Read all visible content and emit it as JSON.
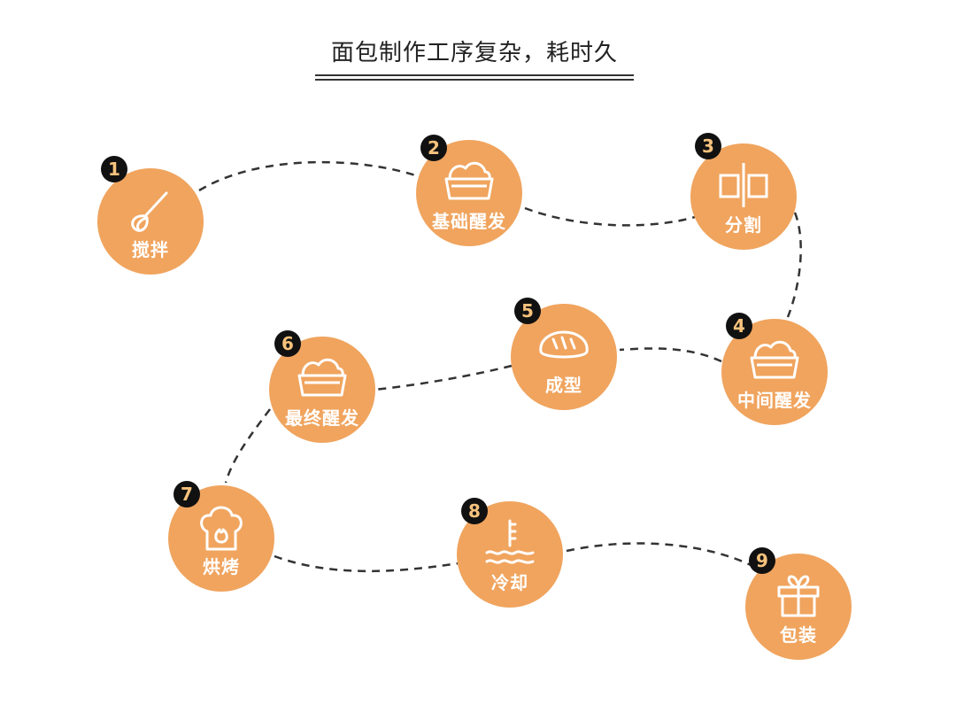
{
  "title": "面包制作工序复杂，耗时久",
  "steps": [
    {
      "number": "1",
      "label": "搅拌",
      "icon": "whisk-icon"
    },
    {
      "number": "2",
      "label": "基础醒发",
      "icon": "dough-basket-icon"
    },
    {
      "number": "3",
      "label": "分割",
      "icon": "divide-icon"
    },
    {
      "number": "4",
      "label": "中间醒发",
      "icon": "dough-basket-icon"
    },
    {
      "number": "5",
      "label": "成型",
      "icon": "bread-loaf-icon"
    },
    {
      "number": "6",
      "label": "最终醒发",
      "icon": "dough-basket-icon"
    },
    {
      "number": "7",
      "label": "烘烤",
      "icon": "oven-fire-icon"
    },
    {
      "number": "8",
      "label": "冷却",
      "icon": "thermometer-cool-icon"
    },
    {
      "number": "9",
      "label": "包装",
      "icon": "gift-box-icon"
    }
  ],
  "colors": {
    "circle": "#f0a45e",
    "badge": "#111111",
    "badge_text": "#f6c27c",
    "path": "#333333"
  }
}
